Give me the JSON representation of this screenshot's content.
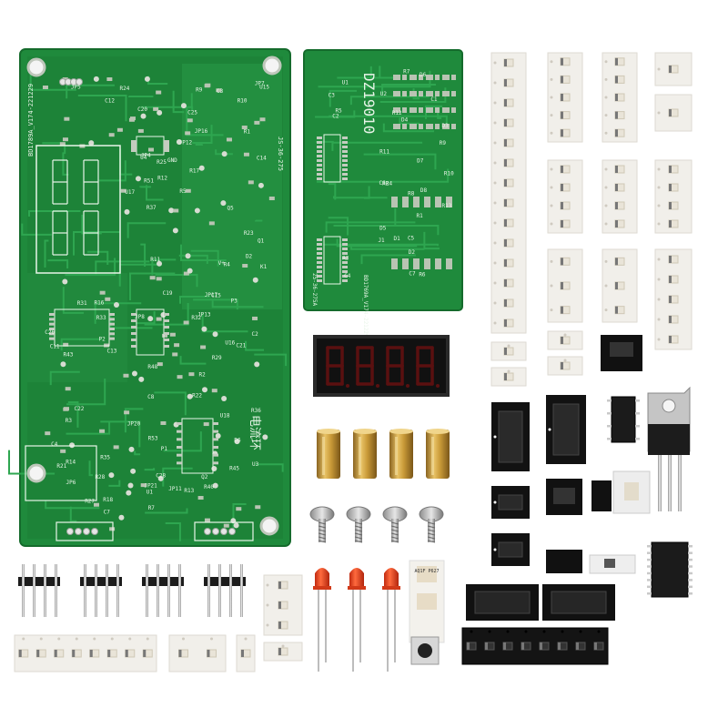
{
  "main_board": {
    "labels": [
      "P3",
      "V+",
      "GND",
      "Q5",
      "JP13",
      "R3",
      "D2",
      "R4",
      "R5",
      "JP4",
      "R11",
      "U1",
      "R40",
      "C4",
      "C14",
      "JP5",
      "C3",
      "R37",
      "R36",
      "R39",
      "C13",
      "C19",
      "C12",
      "C15",
      "R33",
      "R32",
      "JP9",
      "U17",
      "JP12",
      "D5",
      "R18",
      "U4",
      "C8",
      "C7",
      "R7",
      "R1",
      "R2",
      "R21",
      "R22",
      "R23",
      "R12",
      "R14",
      "C10",
      "C16",
      "C28",
      "JP7",
      "JP8",
      "U2",
      "R48",
      "R25",
      "R13",
      "R43",
      "U16",
      "C11",
      "C27",
      "JP16",
      "JP17",
      "U3",
      "C20",
      "JP6",
      "D6",
      "JP20",
      "R51",
      "R52",
      "C21",
      "C22",
      "R24",
      "R35",
      "R53",
      "JP11",
      "R45",
      "U18",
      "R16",
      "U15",
      "JP21",
      "C25",
      "C26",
      "R29",
      "R27",
      "R28",
      "R30",
      "R31",
      "R8",
      "R9",
      "R10",
      "R17",
      "Q1",
      "Q2",
      "P1",
      "P2",
      "K1",
      "C2"
    ],
    "code_left": "BD1789A_V174-221229",
    "code_right": "JS-36-275",
    "chinese": "电流环"
  },
  "small_board": {
    "title": "DZ19010",
    "code": "BD1769A_V174-221229",
    "code_side": "25-36-275A",
    "labels": [
      "R3",
      "R4",
      "C4",
      "D1",
      "D2",
      "D3",
      "D4",
      "R10",
      "R9",
      "R8",
      "C5",
      "C6",
      "C3",
      "U1",
      "C1",
      "C2",
      "R1",
      "R2",
      "R5",
      "R6",
      "R7",
      "R11",
      "R12",
      "C7",
      "U2",
      "J1",
      "R13",
      "D5",
      "D6",
      "D7",
      "D8"
    ]
  },
  "display": {
    "digits": "8.8.8.8."
  },
  "optocoupler": {
    "marking": "AQ1F\nP627"
  },
  "colors": {
    "pcb": "#1f8a3c",
    "pcb_dark": "#17702f",
    "trace": "#2ca84c",
    "pad": "#b9c4b3",
    "brass": "#c99a38",
    "led": "#e3421c",
    "tape": "#f1efea"
  }
}
